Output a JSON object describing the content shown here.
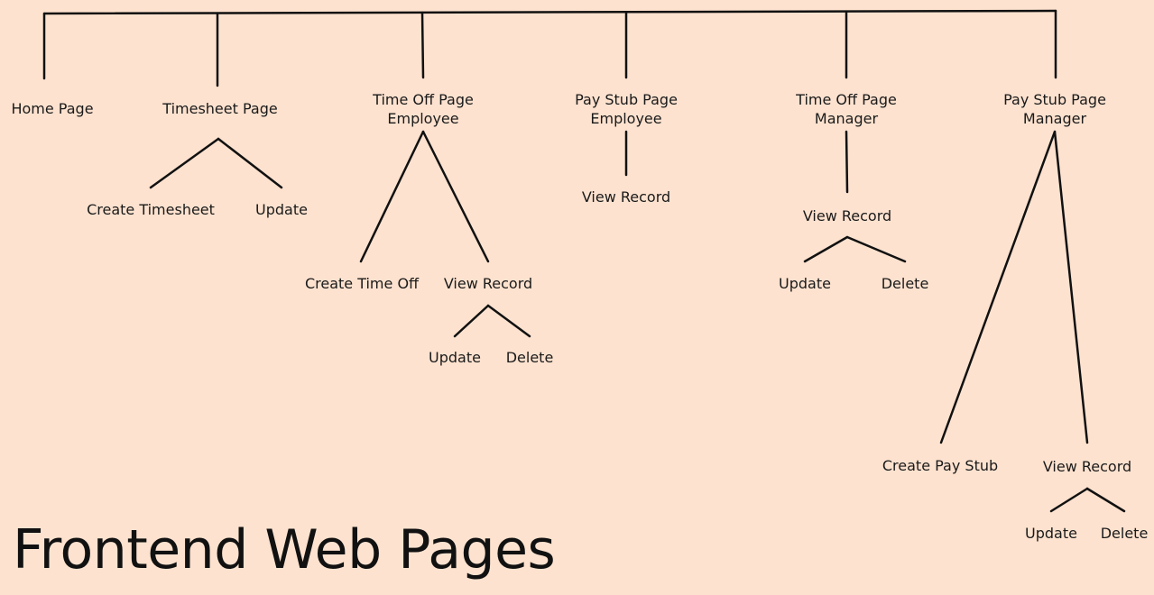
{
  "title": "Frontend Web Pages",
  "colors": {
    "background": "#fde2cf",
    "line": "#111111",
    "text": "#1a1a1a"
  },
  "nodes": {
    "home_page": {
      "lines": [
        "Home Page"
      ]
    },
    "timesheet_page": {
      "lines": [
        "Timesheet Page"
      ]
    },
    "create_timesheet": {
      "lines": [
        "Create Timesheet"
      ]
    },
    "timesheet_update": {
      "lines": [
        "Update"
      ]
    },
    "time_off_page_employee": {
      "lines": [
        "Time Off Page",
        "Employee"
      ]
    },
    "create_time_off": {
      "lines": [
        "Create Time Off"
      ]
    },
    "time_off_employee_view_record": {
      "lines": [
        "View Record"
      ]
    },
    "time_off_employee_update": {
      "lines": [
        "Update"
      ]
    },
    "time_off_employee_delete": {
      "lines": [
        "Delete"
      ]
    },
    "pay_stub_page_employee": {
      "lines": [
        "Pay Stub Page",
        "Employee"
      ]
    },
    "pay_stub_employee_view_record": {
      "lines": [
        "View Record"
      ]
    },
    "time_off_page_manager": {
      "lines": [
        "Time Off Page",
        "Manager"
      ]
    },
    "time_off_manager_view_record": {
      "lines": [
        "View Record"
      ]
    },
    "time_off_manager_update": {
      "lines": [
        "Update"
      ]
    },
    "time_off_manager_delete": {
      "lines": [
        "Delete"
      ]
    },
    "pay_stub_page_manager": {
      "lines": [
        "Pay Stub Page",
        "Manager"
      ]
    },
    "create_pay_stub": {
      "lines": [
        "Create Pay Stub"
      ]
    },
    "pay_stub_manager_view_record": {
      "lines": [
        "View Record"
      ]
    },
    "pay_stub_manager_update": {
      "lines": [
        "Update"
      ]
    },
    "pay_stub_manager_delete": {
      "lines": [
        "Delete"
      ]
    }
  }
}
